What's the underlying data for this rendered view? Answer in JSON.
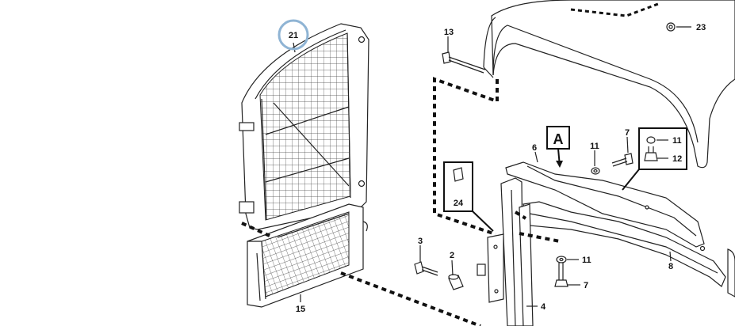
{
  "diagram": {
    "highlight_color": "#8fb4d4",
    "callouts": [
      {
        "id": "c21",
        "text": "21"
      },
      {
        "id": "c13",
        "text": "13"
      },
      {
        "id": "c23",
        "text": "23"
      },
      {
        "id": "c7a",
        "text": "7"
      },
      {
        "id": "c6",
        "text": "6"
      },
      {
        "id": "c11a",
        "text": "11"
      },
      {
        "id": "c11b",
        "text": "11"
      },
      {
        "id": "c12",
        "text": "12"
      },
      {
        "id": "c24",
        "text": "24"
      },
      {
        "id": "c3",
        "text": "3"
      },
      {
        "id": "c2",
        "text": "2"
      },
      {
        "id": "c11c",
        "text": "11"
      },
      {
        "id": "c7b",
        "text": "7"
      },
      {
        "id": "c8",
        "text": "8"
      },
      {
        "id": "c15",
        "text": "15"
      },
      {
        "id": "c4",
        "text": "4"
      }
    ],
    "view_marker": "A"
  }
}
